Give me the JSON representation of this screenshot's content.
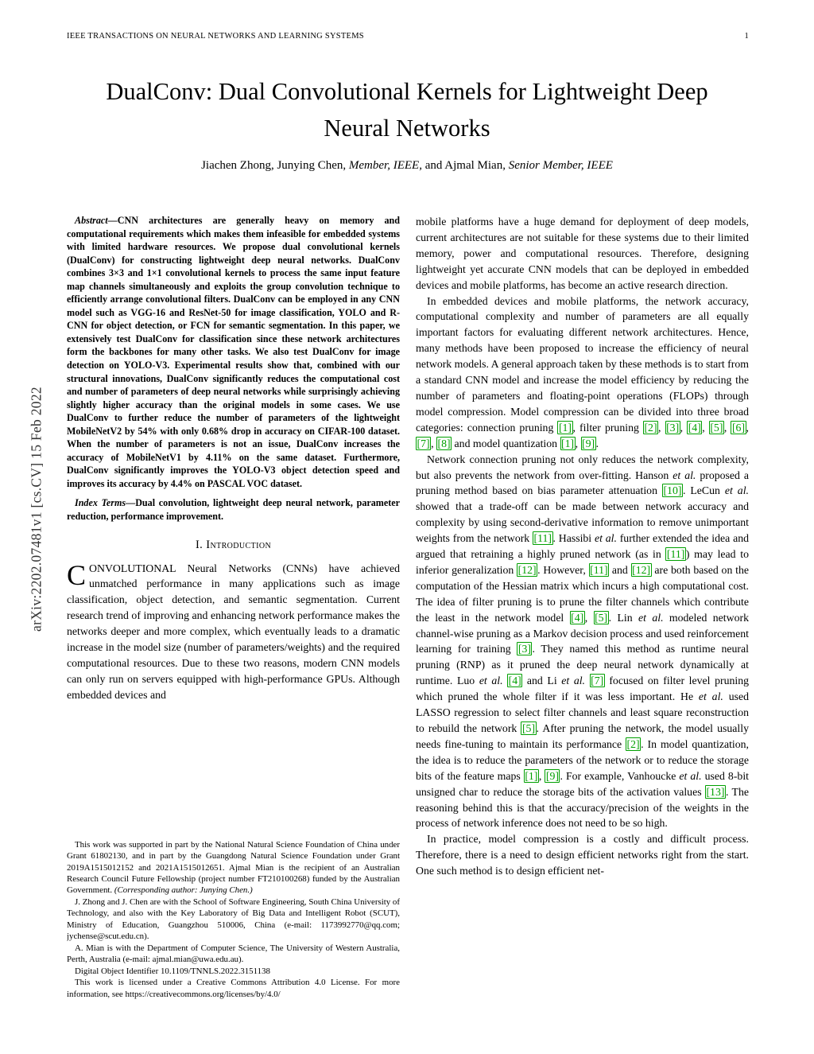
{
  "colors": {
    "citation_green": "#00a000"
  },
  "header": {
    "running_title": "IEEE TRANSACTIONS ON NEURAL NETWORKS AND LEARNING SYSTEMS",
    "page_number": "1"
  },
  "arxiv_stamp": "arXiv:2202.07481v1  [cs.CV]  15 Feb 2022",
  "title": "DualConv: Dual Convolutional Kernels for Lightweight Deep Neural Networks",
  "authors": {
    "part1": "Jiachen Zhong, Junying Chen, ",
    "part2": "Member, IEEE,",
    "part3": " and Ajmal Mian, ",
    "part4": "Senior Member, IEEE"
  },
  "abstract": {
    "label": "Abstract—",
    "text": "CNN architectures are generally heavy on memory and computational requirements which makes them infeasible for embedded systems with limited hardware resources. We propose dual convolutional kernels (DualConv) for constructing lightweight deep neural networks. DualConv combines 3×3 and 1×1 convolutional kernels to process the same input feature map channels simultaneously and exploits the group convolution technique to efficiently arrange convolutional filters. DualConv can be employed in any CNN model such as VGG-16 and ResNet-50 for image classification, YOLO and R-CNN for object detection, or FCN for semantic segmentation. In this paper, we extensively test DualConv for classification since these network architectures form the backbones for many other tasks. We also test DualConv for image detection on YOLO-V3. Experimental results show that, combined with our structural innovations, DualConv significantly reduces the computational cost and number of parameters of deep neural networks while surprisingly achieving slightly higher accuracy than the original models in some cases. We use DualConv to further reduce the number of parameters of the lightweight MobileNetV2 by 54% with only 0.68% drop in accuracy on CIFAR-100 dataset. When the number of parameters is not an issue, DualConv increases the accuracy of MobileNetV1 by 4.11% on the same dataset. Furthermore, DualConv significantly improves the YOLO-V3 object detection speed and improves its accuracy by 4.4% on PASCAL VOC dataset."
  },
  "index_terms": {
    "label": "Index Terms—",
    "text": "Dual convolution, lightweight deep neural network, parameter reduction, performance improvement."
  },
  "section1_heading": "I. Introduction",
  "intro": {
    "dropcap": "C",
    "text": "ONVOLUTIONAL Neural Networks (CNNs) have achieved unmatched performance in many applications such as image classification, object detection, and semantic segmentation. Current research trend of improving and enhancing network performance makes the networks deeper and more complex, which eventually leads to a dramatic increase in the model size (number of parameters/weights) and the required computational resources. Due to these two reasons, modern CNN models can only run on servers equipped with high-performance GPUs. Although embedded devices and"
  },
  "footnotes": {
    "fn1_text": "This work was supported in part by the National Natural Science Foundation of China under Grant 61802130, and in part by the Guangdong Natural Science Foundation under Grant 2019A1515012152 and 2021A1515012651. Ajmal Mian is the recipient of an Australian Research Council Future Fellowship (project number FT210100268) funded by the Australian Government. ",
    "fn1_corresponding": "(Corresponding author: Junying Chen.)",
    "fn2": "J. Zhong and J. Chen are with the School of Software Engineering, South China University of Technology, and also with the Key Laboratory of Big Data and Intelligent Robot (SCUT), Ministry of Education, Guangzhou 510006, China (e-mail: 1173992770@qq.com; jychense@scut.edu.cn).",
    "fn3": "A. Mian is with the Department of Computer Science, The University of Western Australia, Perth, Australia (e-mail: ajmal.mian@uwa.edu.au).",
    "fn4": "Digital Object Identifier 10.1109/TNNLS.2022.3151138",
    "license": "This work is licensed under a Creative Commons Attribution 4.0 License. For more information, see https://creativecommons.org/licenses/by/4.0/"
  },
  "right_column": {
    "p1": "mobile platforms have a huge demand for deployment of deep models, current architectures are not suitable for these systems due to their limited memory, power and computational resources. Therefore, designing lightweight yet accurate CNN models that can be deployed in embedded devices and mobile platforms, has become an active research direction.",
    "p2": "In embedded devices and mobile platforms, the network accuracy, computational complexity and number of parameters are all equally important factors for evaluating different network architectures. Hence, many methods have been proposed to increase the efficiency of neural network models. A general approach taken by these methods is to start from a standard CNN model and increase the model efficiency by reducing the number of parameters and floating-point operations (FLOPs) through model compression. Model compression can be divided into three broad categories: connection pruning [1], filter pruning [2], [3], [4], [5], [6], [7], [8] and model quantization [1], [9].",
    "p3": "Network connection pruning not only reduces the network complexity, but also prevents the network from over-fitting. Hanson et al. proposed a pruning method based on bias parameter attenuation [10]. LeCun et al. showed that a trade-off can be made between network accuracy and complexity by using second-derivative information to remove unimportant weights from the network [11]. Hassibi et al. further extended the idea and argued that retraining a highly pruned network (as in [11]) may lead to inferior generalization [12]. However, [11] and [12] are both based on the computation of the Hessian matrix which incurs a high computational cost. The idea of filter pruning is to prune the filter channels which contribute the least in the network model [4], [5]. Lin et al. modeled network channel-wise pruning as a Markov decision process and used reinforcement learning for training [3]. They named this method as runtime neural pruning (RNP) as it pruned the deep neural network dynamically at runtime. Luo et al. [4] and Li et al. [7] focused on filter level pruning which pruned the whole filter if it was less important. He et al. used LASSO regression to select filter channels and least square reconstruction to rebuild the network [5]. After pruning the network, the model usually needs fine-tuning to maintain its performance [2]. In model quantization, the idea is to reduce the parameters of the network or to reduce the storage bits of the feature maps [1], [9]. For example, Vanhoucke et al. used 8-bit unsigned char to reduce the storage bits of the activation values [13]. The reasoning behind this is that the accuracy/precision of the weights in the process of network inference does not need to be so high.",
    "p4": "In practice, model compression is a costly and difficult process. Therefore, there is a need to design efficient networks right from the start. One such method is to design efficient net-"
  }
}
